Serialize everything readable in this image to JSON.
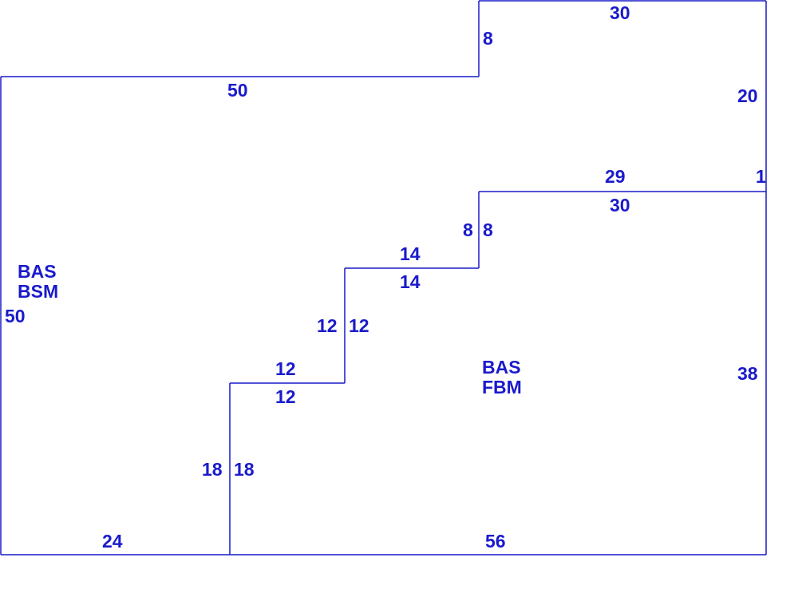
{
  "colors": {
    "line": "#1a1acc",
    "text": "#1a1acc",
    "background": "#ffffff"
  },
  "areas": {
    "bsm": {
      "line1": "BAS",
      "line2": "BSM"
    },
    "fbm": {
      "line1": "BAS",
      "line2": "FBM"
    }
  },
  "dimensions": {
    "top_upper": "30",
    "upper_left_step": "8",
    "top_left": "50",
    "right_upper": "20",
    "mid_upper": "29",
    "right_gap": "1",
    "mid_lower": "30",
    "step1_left": "8",
    "step1_right": "8",
    "step2_upper": "14",
    "step2_lower": "14",
    "step3_left": "12",
    "step3_right": "12",
    "step4_upper": "12",
    "step4_lower": "12",
    "left_side": "50",
    "step5_left": "18",
    "step5_right": "18",
    "right_lower": "38",
    "bottom_left": "24",
    "bottom_right": "56"
  }
}
